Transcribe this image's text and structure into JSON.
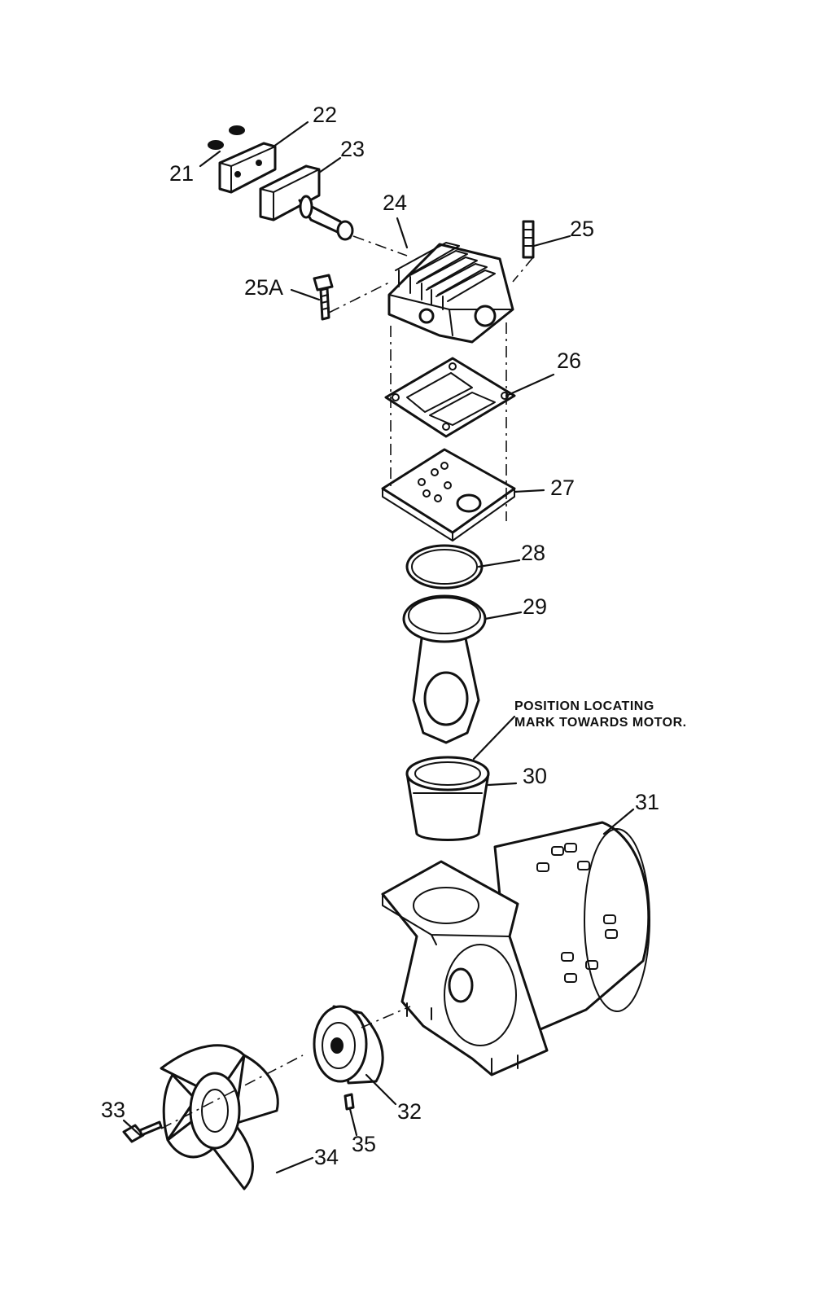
{
  "callouts": {
    "c21": "21",
    "c22": "22",
    "c23": "23",
    "c24": "24",
    "c25": "25",
    "c25a": "25A",
    "c26": "26",
    "c27": "27",
    "c28": "28",
    "c29": "29",
    "c30": "30",
    "c31": "31",
    "c32": "32",
    "c33": "33",
    "c34": "34",
    "c35": "35"
  },
  "note": {
    "line1": "POSITION LOCATING",
    "line2": "MARK TOWARDS MOTOR."
  }
}
